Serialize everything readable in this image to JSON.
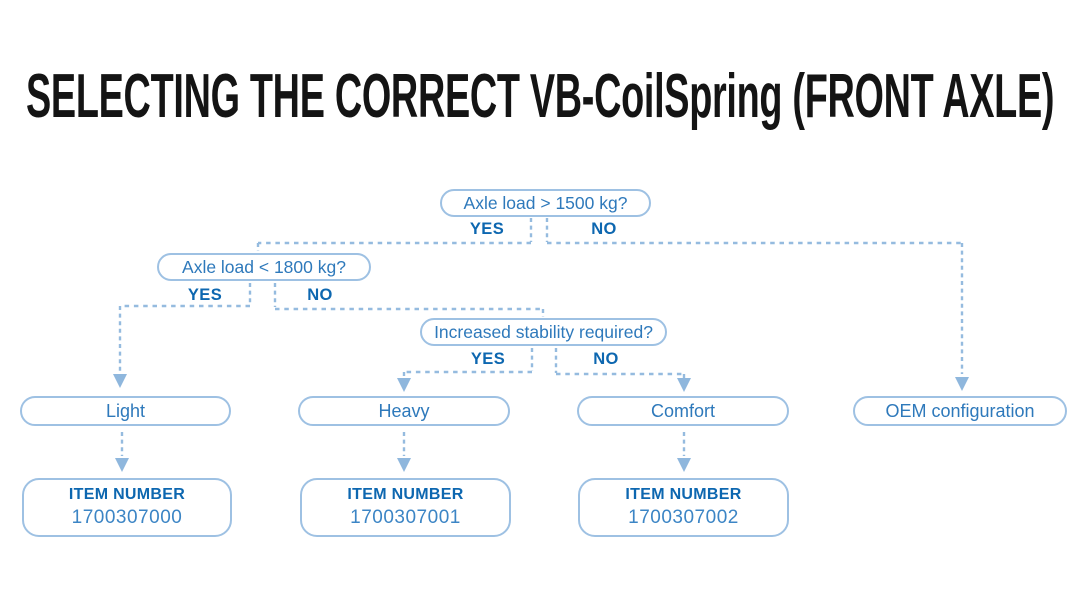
{
  "title": "SELECTING THE CORRECT VB-CoilSpring (FRONT AXLE)",
  "colors": {
    "title_text": "#141414",
    "question_text": "#2e79bb",
    "branch_label_text": "#0d67b0",
    "box_border": "#9ec1e3",
    "dashed_line": "#95bbdf",
    "item_number_text": "#3c85c5"
  },
  "flowchart": {
    "decisions": [
      {
        "question": "Axle load > 1500 kg?",
        "yes_label": "YES",
        "no_label": "NO"
      },
      {
        "question": "Axle load < 1800 kg?",
        "yes_label": "YES",
        "no_label": "NO"
      },
      {
        "question": "Increased stability required?",
        "yes_label": "YES",
        "no_label": "NO"
      }
    ],
    "outcomes": [
      {
        "label": "Light",
        "item_number_label": "ITEM NUMBER",
        "item_number": "1700307000"
      },
      {
        "label": "Heavy",
        "item_number_label": "ITEM NUMBER",
        "item_number": "1700307001"
      },
      {
        "label": "Comfort",
        "item_number_label": "ITEM NUMBER",
        "item_number": "1700307002"
      },
      {
        "label": "OEM configuration"
      }
    ]
  }
}
